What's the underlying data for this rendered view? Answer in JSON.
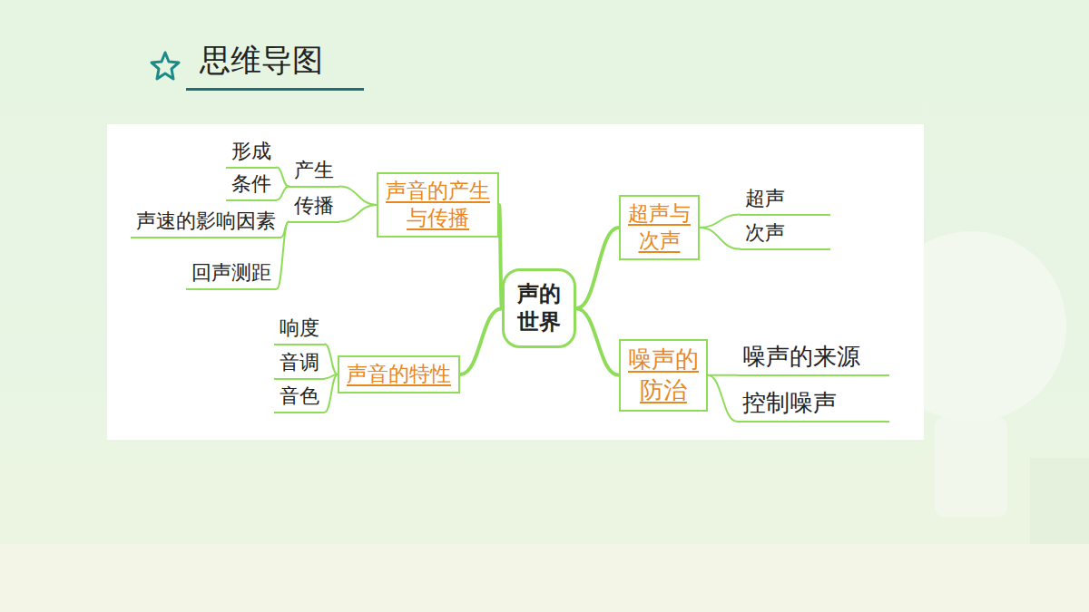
{
  "diagram": {
    "title": "思维导图",
    "nodes": [
      {
        "text": [
          "声的世界"
        ]
      },
      {
        "text": [
          "声音的产生与传播"
        ]
      },
      {
        "text": [
          "产生"
        ]
      },
      {
        "text": [
          "传播"
        ]
      },
      {
        "text": [
          "形成"
        ]
      },
      {
        "text": [
          "条件"
        ]
      },
      {
        "text": [
          "声速的影响因素"
        ]
      },
      {
        "text": [
          "回声测距"
        ]
      },
      {
        "text": [
          "声音的特性"
        ]
      },
      {
        "text": [
          "响度"
        ]
      },
      {
        "text": [
          "音调"
        ]
      },
      {
        "text": [
          "音色"
        ]
      },
      {
        "text": [
          "超声与次声"
        ]
      },
      {
        "text": [
          "超声"
        ]
      },
      {
        "text": [
          "次声"
        ]
      },
      {
        "text": [
          "噪声的防治"
        ]
      },
      {
        "text": [
          "噪声的来源"
        ]
      },
      {
        "text": [
          "控制噪声"
        ]
      }
    ],
    "edges": [
      {
        "from": 0,
        "to": 1,
        "arrow": "none"
      },
      {
        "from": 0,
        "to": 8,
        "arrow": "none"
      },
      {
        "from": 0,
        "to": 12,
        "arrow": "none"
      },
      {
        "from": 0,
        "to": 15,
        "arrow": "none"
      },
      {
        "from": 1,
        "to": 2,
        "arrow": "none"
      },
      {
        "from": 1,
        "to": 3,
        "arrow": "none"
      },
      {
        "from": 2,
        "to": 4,
        "arrow": "none"
      },
      {
        "from": 2,
        "to": 5,
        "arrow": "none"
      },
      {
        "from": 3,
        "to": 6,
        "arrow": "none"
      },
      {
        "from": 3,
        "to": 7,
        "arrow": "none"
      },
      {
        "from": 8,
        "to": 9,
        "arrow": "none"
      },
      {
        "from": 8,
        "to": 10,
        "arrow": "none"
      },
      {
        "from": 8,
        "to": 11,
        "arrow": "none"
      },
      {
        "from": 12,
        "to": 13,
        "arrow": "none"
      },
      {
        "from": 12,
        "to": 14,
        "arrow": "none"
      },
      {
        "from": 15,
        "to": 16,
        "arrow": "none"
      },
      {
        "from": 15,
        "to": 17,
        "arrow": "none"
      }
    ]
  }
}
